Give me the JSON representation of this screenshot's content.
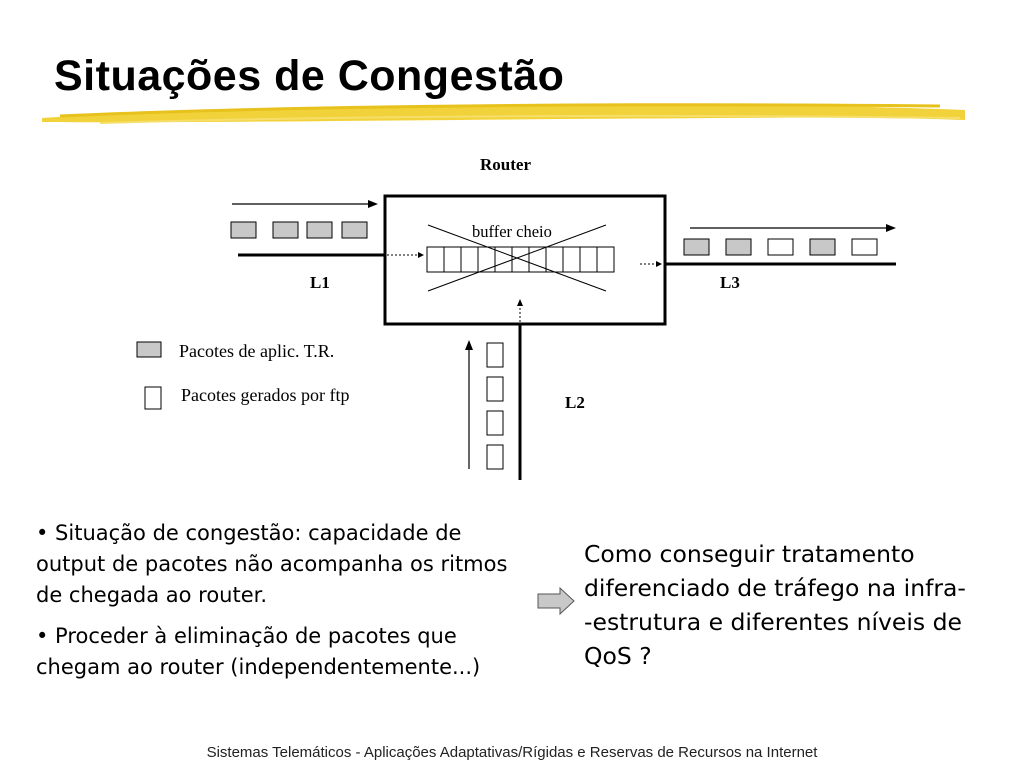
{
  "slide": {
    "title": "Situações de Congestão",
    "footer": "Sistemas Telemáticos - Aplicações Adaptativas/Rígidas e Reservas de Recursos na Internet"
  },
  "diagram": {
    "router_label": "Router",
    "buffer_label": "buffer cheio",
    "link_labels": {
      "l1": "L1",
      "l2": "L2",
      "l3": "L3"
    },
    "buffer_slots": 11,
    "l1_packets": [
      "rt",
      "rt",
      "rt",
      "rt"
    ],
    "l3_packets": [
      "rt",
      "rt",
      "ftp",
      "rt",
      "ftp"
    ],
    "l2_packets": [
      "ftp",
      "ftp",
      "ftp",
      "ftp"
    ],
    "legend": {
      "rt": "Pacotes de aplic. T.R.",
      "ftp": "Pacotes gerados por ftp"
    },
    "colors": {
      "rt_packet": "#c8c8c8",
      "ftp_packet": "#ffffff",
      "swoosh": "#f2d23a"
    }
  },
  "bullets": [
    "• Situação de congestão: capacidade de output de pacotes não acompanha os ritmos de chegada ao router.",
    "• Proceder à eliminação de pacotes que chegam ao router (independentemente...)"
  ],
  "question_lines": [
    "Como conseguir tratamento",
    "diferenciado de tráfego na infra-",
    "-estrutura e diferentes níveis de",
    "QoS ?"
  ]
}
